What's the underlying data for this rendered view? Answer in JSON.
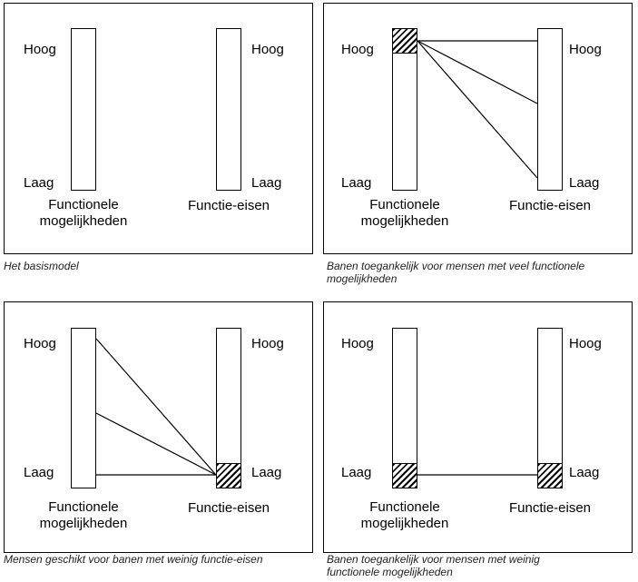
{
  "labels": {
    "high": "Hoog",
    "low": "Laag",
    "functional_1": "Functionele",
    "functional_2": "mogelijkheden",
    "requirements": "Functie-eisen"
  },
  "panels": [
    {
      "caption": "Het basismodel"
    },
    {
      "caption_line1": "Banen toegankelijk voor mensen met veel functionele",
      "caption_line2": "mogelijkheden"
    },
    {
      "caption": "Mensen geschikt voor banen met weinig functie-eisen"
    },
    {
      "caption_line1": "Banen toegankelijk voor mensen met weinig",
      "caption_line2": "functionele mogelijkheden"
    }
  ]
}
